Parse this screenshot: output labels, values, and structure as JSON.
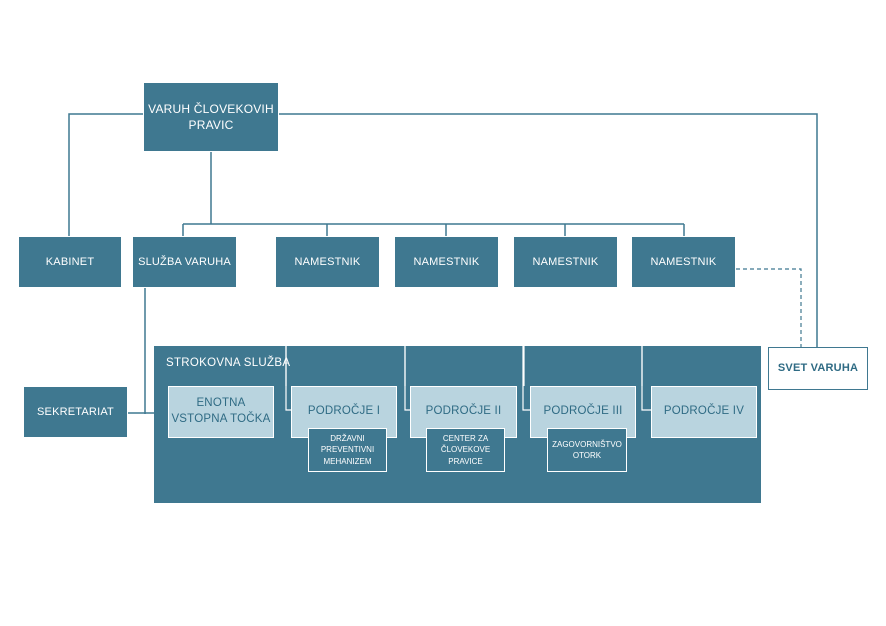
{
  "diagram": {
    "root": "VARUH ČLOVEKOVIH PRAVIC",
    "kabinet": "KABINET",
    "sluzba_varuha": "SLUŽBA VARUHA",
    "namestniki": [
      "NAMESTNIK",
      "NAMESTNIK",
      "NAMESTNIK",
      "NAMESTNIK"
    ],
    "svet_varuha": "SVET VARUHA",
    "sekretariat": "SEKRETARIAT",
    "strokovna_sluzba": "STROKOVNA SLUŽBA",
    "enotna_tocka": "ENOTNA VSTOPNA TOČKA",
    "podrocja": [
      "PODROČJE I",
      "PODROČJE II",
      "PODROČJE III",
      "PODROČJE IV"
    ],
    "sub_units": [
      "DRŽAVNI PREVENTIVNI MEHANIZEM",
      "CENTER ZA ČLOVEKOVE PRAVICE",
      "ZAGOVORNIŠTVO OTORK"
    ],
    "colors": {
      "dark": "#3f7890",
      "light": "#b9d4df",
      "text_dark": "#2f6b84"
    }
  }
}
